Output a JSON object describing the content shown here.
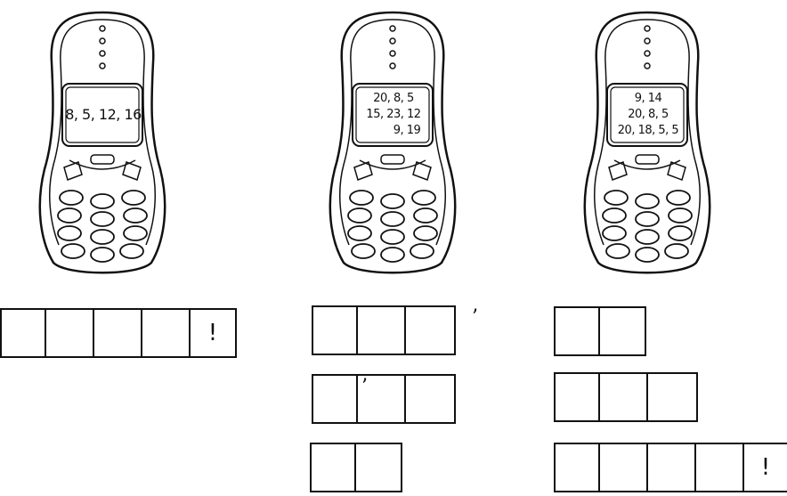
{
  "phones": [
    {
      "screen_lines": [
        "8, 5, 12, 16"
      ]
    },
    {
      "screen_lines": [
        "20, 8, 5",
        "15, 23, 12",
        "9, 19"
      ]
    },
    {
      "screen_lines": [
        "9, 14",
        "20, 8, 5",
        "20, 18, 5, 5"
      ]
    }
  ],
  "answer_marks": {
    "exclamation": "!",
    "apostrophe": "’"
  }
}
